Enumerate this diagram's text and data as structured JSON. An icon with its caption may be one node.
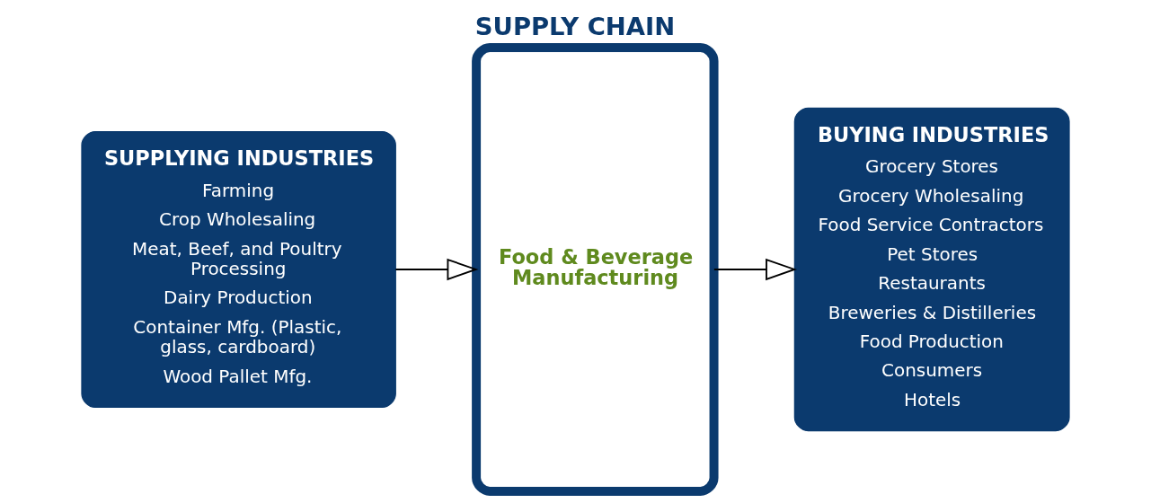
{
  "diagram": {
    "title": "SUPPLY CHAIN",
    "nodes": [
      {
        "text": [
          "SUPPLYING INDUSTRIES",
          "Farming",
          "Crop Wholesaling",
          "Meat, Beef, and Poultry Processing",
          "Dairy Production",
          "Container Mfg. (Plastic, glass, cardboard)",
          "Wood Pallet Mfg."
        ]
      },
      {
        "text": [
          "Food & Beverage Manufacturing"
        ]
      },
      {
        "text": [
          "BUYING INDUSTRIES",
          "Grocery Stores",
          "Grocery Wholesaling",
          "Food Service Contractors",
          "Pet Stores",
          "Restaurants",
          "Breweries & Distilleries",
          "Food Production",
          "Consumers",
          "Hotels"
        ]
      }
    ],
    "edges": [
      {
        "from": 0,
        "to": 1,
        "arrow": "to"
      },
      {
        "from": 1,
        "to": 2,
        "arrow": "to"
      }
    ]
  }
}
